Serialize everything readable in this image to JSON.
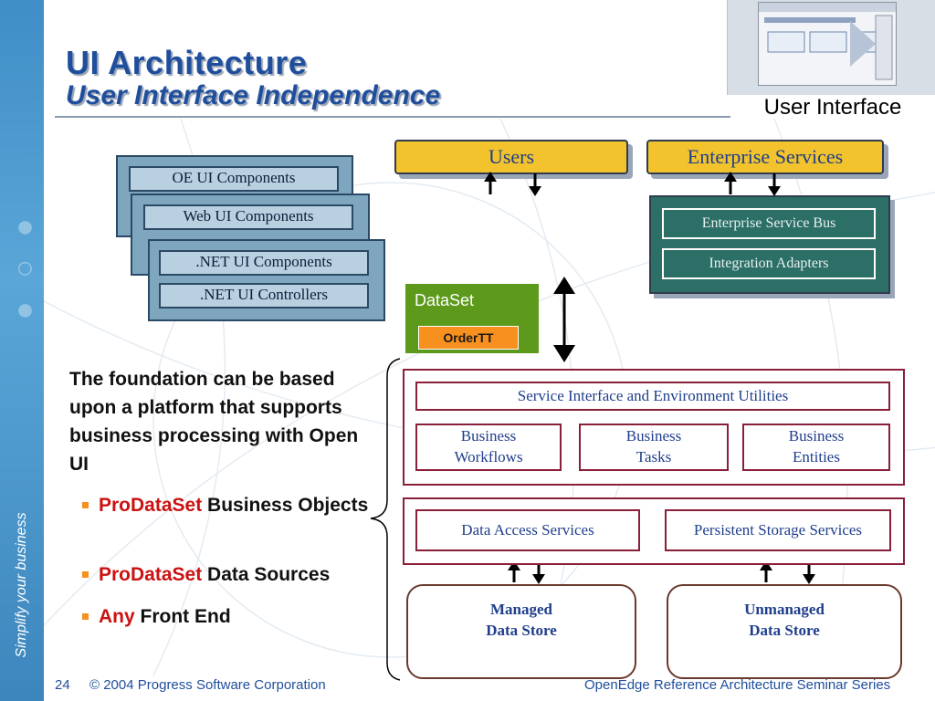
{
  "sidebar": {
    "tagline": "Simplify your business"
  },
  "header": {
    "title": "UI Architecture",
    "subtitle": "User Interface Independence",
    "thumbnail_caption": "User Interface"
  },
  "ui_stack": {
    "oe_components": "OE UI Components",
    "web_components": "Web UI Components",
    "net_components": ".NET UI Components",
    "net_controllers": ".NET UI Controllers"
  },
  "top": {
    "users": "Users",
    "enterprise_services": "Enterprise Services",
    "enterprise_service_bus": "Enterprise Service Bus",
    "integration_adapters": "Integration Adapters"
  },
  "dataset": {
    "label": "DataSet",
    "order": "OrderTT"
  },
  "business": {
    "service_interface": "Service Interface and Environment Utilities",
    "workflows": [
      "Business",
      "Workflows"
    ],
    "tasks": [
      "Business",
      "Tasks"
    ],
    "entities": [
      "Business",
      "Entities"
    ]
  },
  "data": {
    "access": "Data Access Services",
    "persistent": "Persistent Storage Services",
    "managed": [
      "Managed",
      "Data Store"
    ],
    "unmanaged": [
      "Unmanaged",
      "Data Store"
    ]
  },
  "text": {
    "foundation": "The foundation can be based upon a platform that supports business processing with Open UI",
    "bullets": [
      {
        "highlight": "ProDataSet",
        "rest": " Business Objects"
      },
      {
        "highlight": "ProDataSet",
        "rest": " Data Sources"
      },
      {
        "highlight": "Any",
        "rest": " Front End"
      }
    ]
  },
  "footer": {
    "page": "24",
    "copyright": "© 2004 Progress Software Corporation",
    "series": "OpenEdge Reference Architecture Seminar Series"
  },
  "colors": {
    "title": "#1f4e9c",
    "accent_orange": "#f7901e",
    "highlight_red": "#cc1111",
    "users_yellow": "#f2c32c",
    "dataset_green": "#5d9a1c",
    "esb_teal": "#2b6f67"
  }
}
